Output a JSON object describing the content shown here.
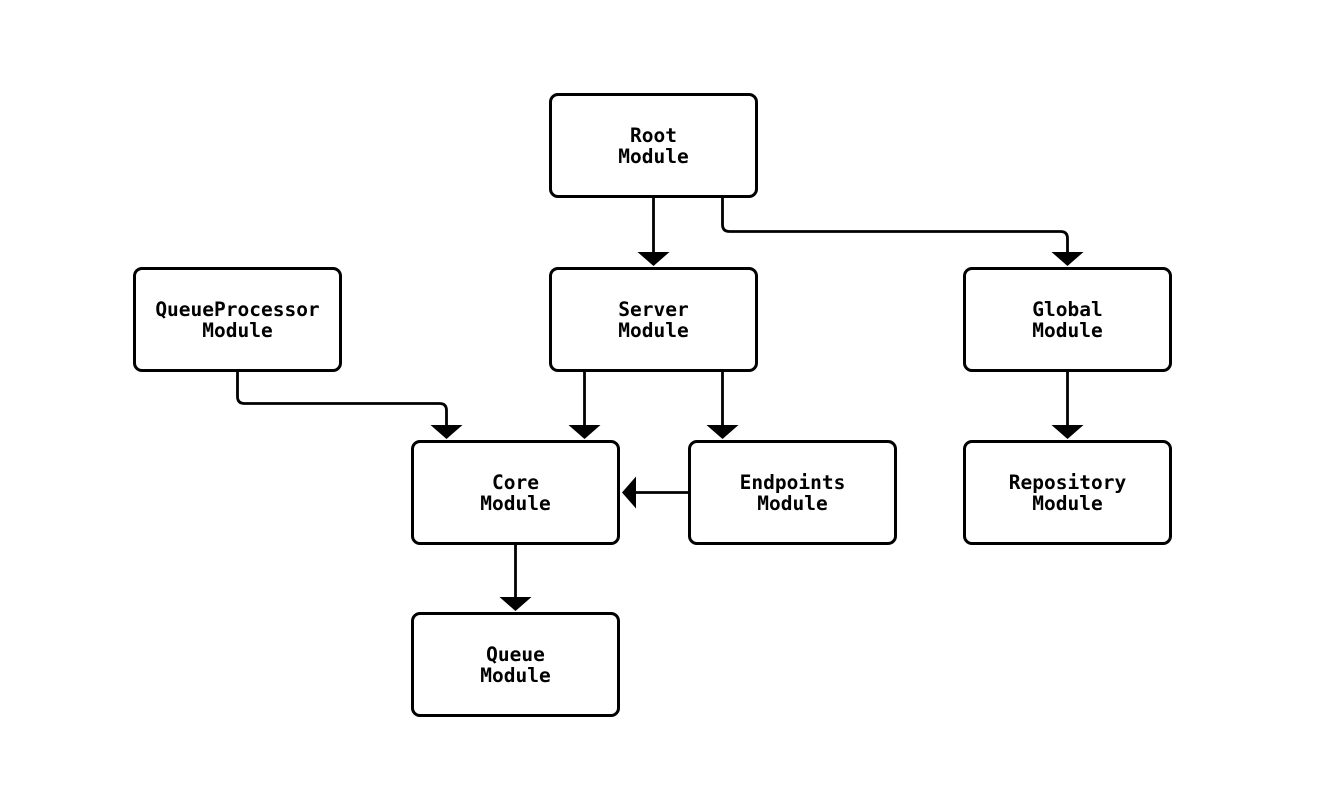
{
  "diagram": {
    "type": "module-dependency-graph",
    "colors": {
      "background": "#ffffff",
      "node_fill": "#ffffff",
      "node_border": "#000000",
      "text": "#000000",
      "edge": "#000000"
    },
    "nodes": {
      "root": {
        "line1": "Root",
        "line2": "Module"
      },
      "queueprocessor": {
        "line1": "QueueProcessor",
        "line2": "Module"
      },
      "server": {
        "line1": "Server",
        "line2": "Module"
      },
      "global": {
        "line1": "Global",
        "line2": "Module"
      },
      "core": {
        "line1": "Core",
        "line2": "Module"
      },
      "endpoints": {
        "line1": "Endpoints",
        "line2": "Module"
      },
      "repository": {
        "line1": "Repository",
        "line2": "Module"
      },
      "queue": {
        "line1": "Queue",
        "line2": "Module"
      }
    },
    "edges": [
      {
        "from": "Root Module",
        "to": "Server Module"
      },
      {
        "from": "Root Module",
        "to": "Global Module"
      },
      {
        "from": "QueueProcessor Module",
        "to": "Core Module"
      },
      {
        "from": "Server Module",
        "to": "Core Module"
      },
      {
        "from": "Server Module",
        "to": "Endpoints Module"
      },
      {
        "from": "Endpoints Module",
        "to": "Core Module"
      },
      {
        "from": "Core Module",
        "to": "Queue Module"
      },
      {
        "from": "Global Module",
        "to": "Repository Module"
      }
    ]
  }
}
